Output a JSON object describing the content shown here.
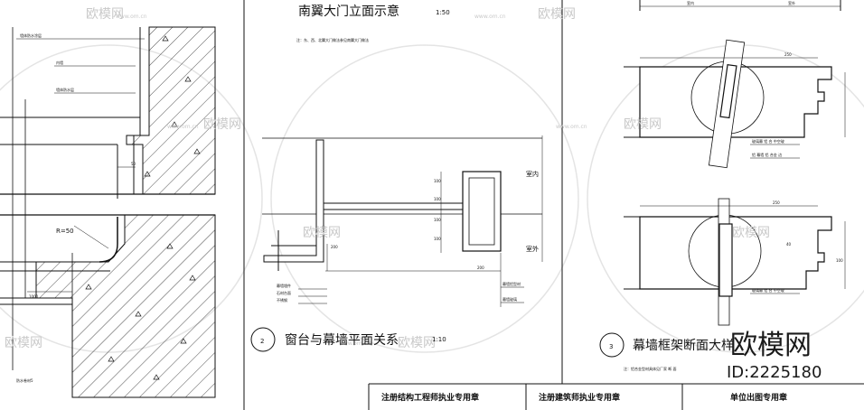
{
  "watermarks": {
    "site_label": "欧模网",
    "url": "www.om.cn"
  },
  "left_panel": {
    "label_top": "墙体防水涂层",
    "label_mid": "内墙",
    "label_low": "墙体防水层",
    "dim_50": "50",
    "radius": "R=50",
    "dim_1000": "1000",
    "bottom_note": "防水卷材5"
  },
  "middle_panel": {
    "title": "南翼大门立面示意",
    "title_scale": "1:50",
    "note": "注：东、西、北翼大门做法参见南翼大门做法",
    "indoor": "室内",
    "outdoor": "室外",
    "dim_100": "100",
    "dim_200": "200",
    "label_a": "幕墙埋件",
    "label_b": "石材台面",
    "label_c": "不锈钢",
    "label_d": "幕墙铝型材",
    "label_e": "幕墙玻璃",
    "detail_number": "2",
    "detail_title": "窗台与幕墙平面关系",
    "detail_scale": "1:10"
  },
  "right_panel": {
    "indoor": "室内",
    "outdoor": "室外",
    "dim_250": "250",
    "dim_40": "40",
    "dim_100": "100",
    "label_a": "玻璃幕 铝 合 中空玻",
    "label_b": "铝 幕墙 铝 合金 边",
    "label_c": "玻璃幕 铝 合 中空玻",
    "detail_number": "3",
    "detail_title": "幕墙框架断面大样",
    "detail_note": "注：铝合金型材具体见厂家 断 面"
  },
  "title_block": {
    "stamp_structural": "注册结构工程师执业专用章",
    "stamp_architect": "注册建筑师执业专用章",
    "stamp_unit": "单位出图专用章"
  },
  "brand": {
    "name": "欧模网",
    "id": "ID:2225180"
  }
}
